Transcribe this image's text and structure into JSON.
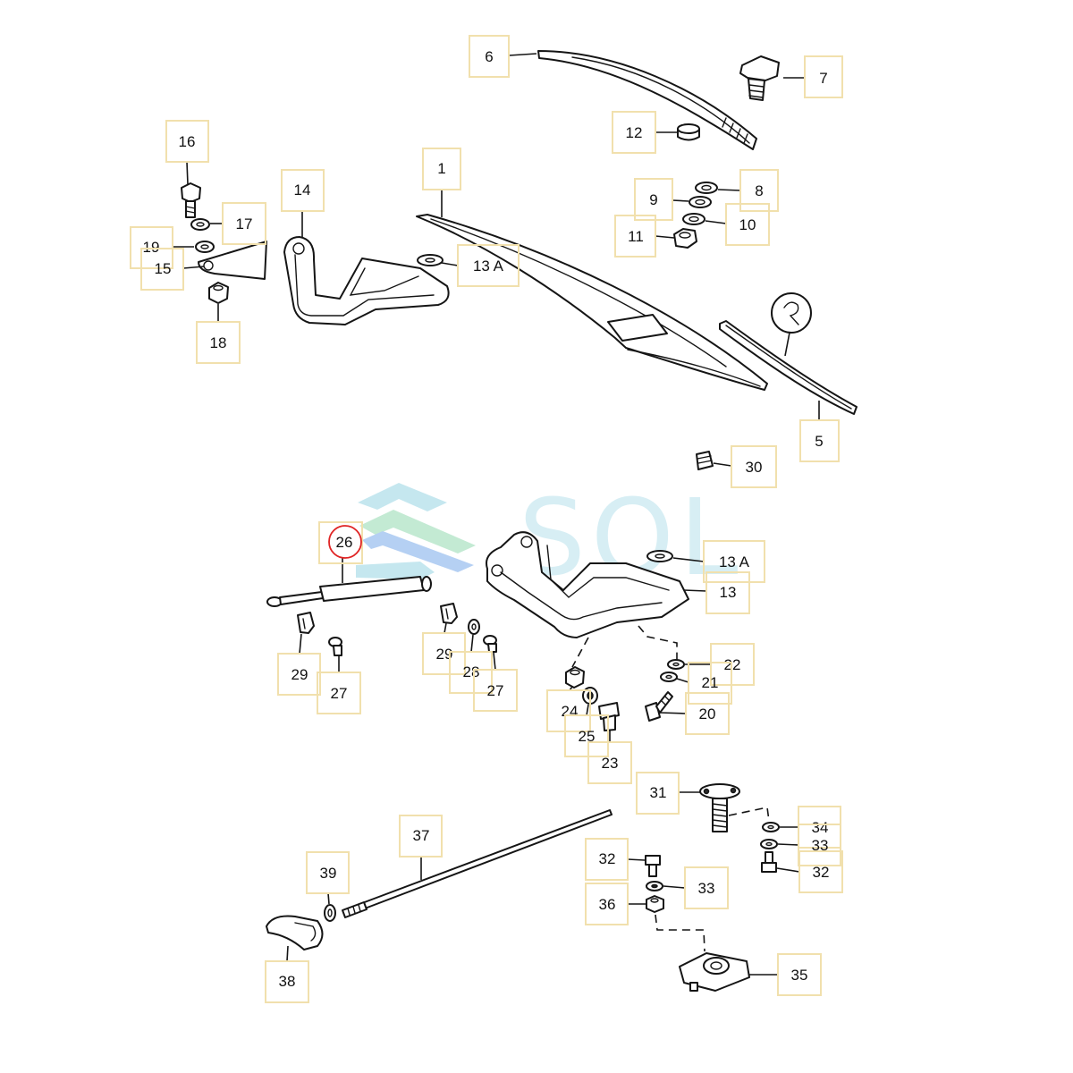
{
  "callouts": [
    "6",
    "7",
    "12",
    "16",
    "14",
    "1",
    "8",
    "9",
    "17",
    "10",
    "11",
    "19",
    "15",
    "13 A",
    "18",
    "5",
    "30",
    "26",
    "13 A",
    "13",
    "29",
    "27",
    "29",
    "28",
    "27",
    "22",
    "21",
    "24",
    "20",
    "25",
    "23",
    "31",
    "34",
    "33",
    "37",
    "32",
    "32",
    "39",
    "33",
    "36",
    "35",
    "38"
  ],
  "highlighted_callout": "26",
  "watermark": {
    "text": "SOL"
  },
  "colors": {
    "line": "#151515",
    "callout_box_border": "#f1e0ad",
    "highlight_circle": "#e02424",
    "watermark_text": "#d3edf3",
    "watermark_stripe_1": "#bfe5ee",
    "watermark_stripe_2": "#bde8cf",
    "watermark_stripe_3": "#aecbf2"
  }
}
